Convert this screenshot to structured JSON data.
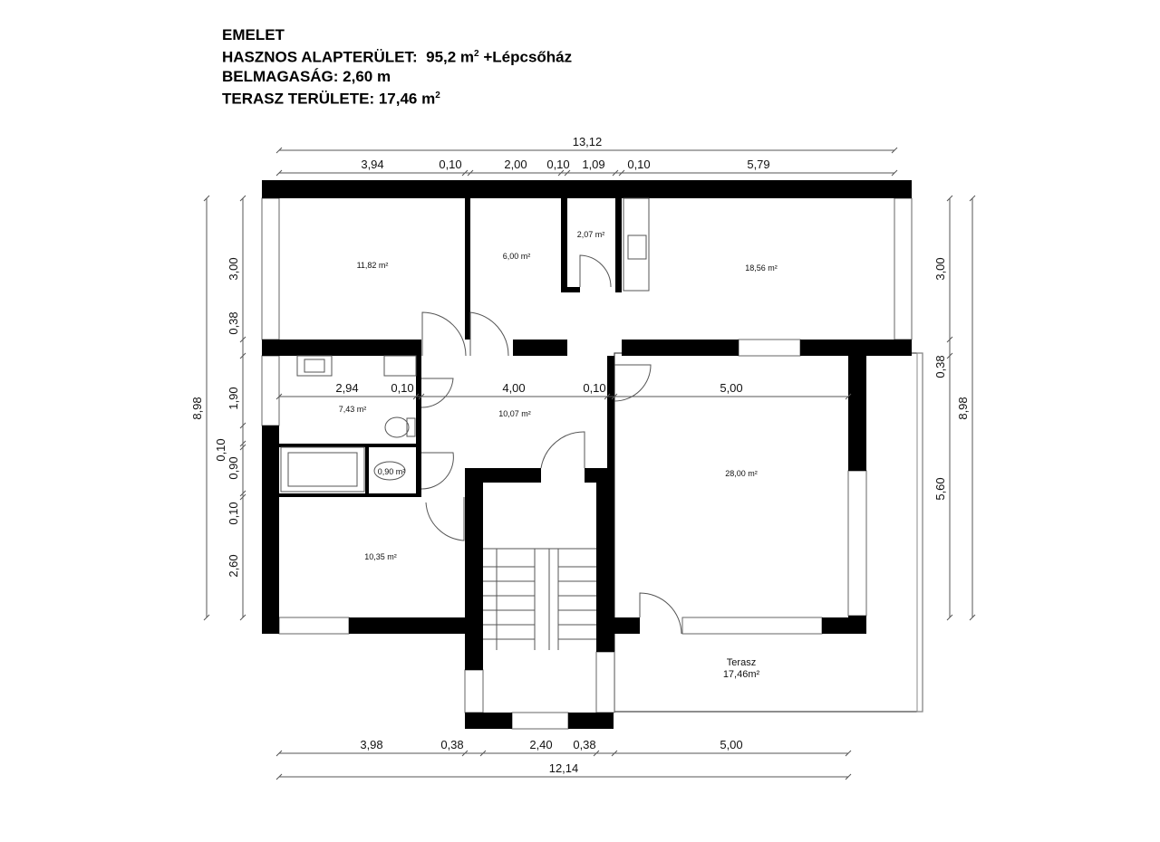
{
  "header": {
    "floor": "EMELET",
    "usable_area_label": "HASZNOS ALAPTERÜLET:",
    "usable_area_value": "95,2 m",
    "usable_area_sup": "2",
    "usable_area_extra": "+Lépcsőház",
    "ceiling_height": "BELMAGASÁG:  2,60 m",
    "terrace_area": "TERASZ TERÜLETE: 17,46 m",
    "terrace_sup": "2"
  },
  "rooms": [
    {
      "area": "11,82 m²"
    },
    {
      "area": "6,00 m²"
    },
    {
      "area": "2,07 m²"
    },
    {
      "area": "18,56 m²"
    },
    {
      "area": "7,43 m²"
    },
    {
      "area": "10,07 m²"
    },
    {
      "area": "0,90 m²"
    },
    {
      "area": "28,00 m²"
    },
    {
      "area": "10,35 m²"
    }
  ],
  "terrace": {
    "name": "Terasz",
    "area": "17,46m²"
  },
  "dimensions": {
    "top_total": "13,12",
    "top": [
      "3,94",
      "0,10",
      "2,00",
      "0,10",
      "1,09",
      "0,10",
      "5,79"
    ],
    "middle": [
      "2,94",
      "0,10",
      "4,00",
      "0,10",
      "5,00"
    ],
    "bottom": [
      "3,98",
      "0,38",
      "2,40",
      "0,38",
      "5,00"
    ],
    "bottom_total": "12,14",
    "left": [
      "3,00",
      "0,38",
      "1,90",
      "0,10",
      "0,90",
      "0,10",
      "2,60"
    ],
    "left_total": "8,98",
    "right": [
      "3,00",
      "0,38",
      "5,60"
    ],
    "right_total": "8,98"
  }
}
